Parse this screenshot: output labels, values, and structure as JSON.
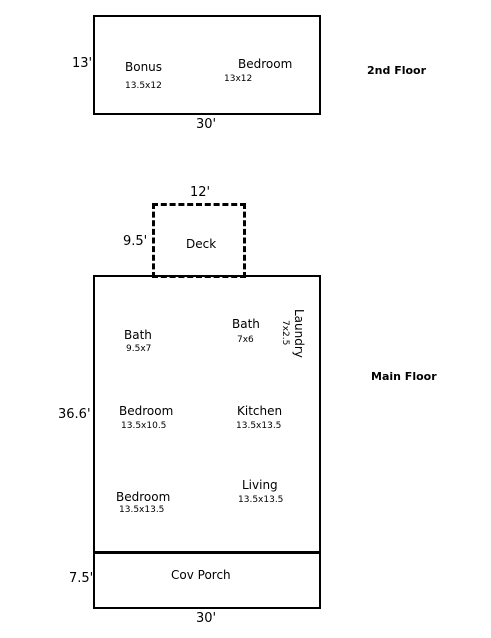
{
  "second_floor": {
    "label": "2nd Floor",
    "width_dim": "30'",
    "depth_dim": "13'",
    "rooms": [
      {
        "name": "Bonus",
        "size": "13.5x12"
      },
      {
        "name": "Bedroom",
        "size": "13x12"
      }
    ]
  },
  "deck": {
    "name": "Deck",
    "width_dim": "12'",
    "depth_dim": "9.5'"
  },
  "main_floor": {
    "label": "Main Floor",
    "width_dim": "30'",
    "depth_dim": "36.6'",
    "rooms": [
      {
        "name": "Bath",
        "size": "9.5x7"
      },
      {
        "name": "Bath",
        "size": "7x6"
      },
      {
        "name": "Laundry",
        "size": "7x2.5"
      },
      {
        "name": "Bedroom",
        "size": "13.5x10.5"
      },
      {
        "name": "Kitchen",
        "size": "13.5x13.5"
      },
      {
        "name": "Bedroom",
        "size": "13.5x13.5"
      },
      {
        "name": "Living",
        "size": "13.5x13.5"
      }
    ]
  },
  "porch": {
    "name": "Cov Porch",
    "depth_dim": "7.5'"
  }
}
